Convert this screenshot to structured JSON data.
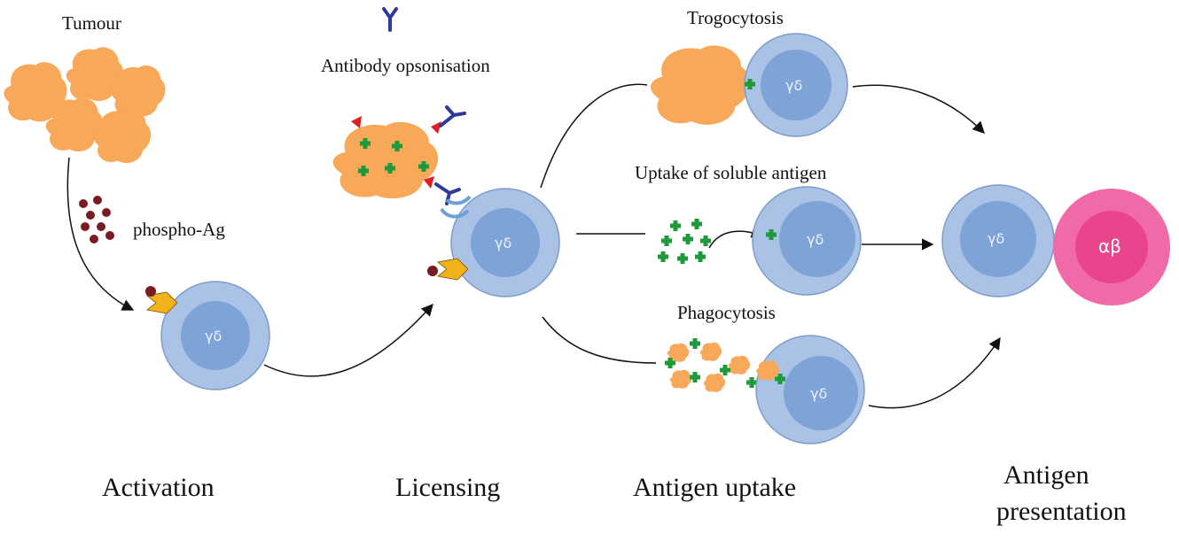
{
  "labels": {
    "tumour": "Tumour",
    "phospho_ag": "phospho-Ag",
    "antibody_opsonisation": "Antibody opsonisation",
    "trogocytosis": "Trogocytosis",
    "uptake_soluble_antigen": "Uptake of soluble antigen",
    "phagocytosis": "Phagocytosis"
  },
  "stages": {
    "activation": "Activation",
    "licensing": "Licensing",
    "antigen_uptake": "Antigen uptake",
    "antigen_presentation_line1": "Antigen",
    "antigen_presentation_line2": "presentation"
  },
  "cells": {
    "gamma_delta": "γδ",
    "alpha_beta": "αβ"
  },
  "colors": {
    "tumour_orange": "#f7a858",
    "cell_outer": "#a9c2e6",
    "cell_inner": "#7ea3d6",
    "ab_outer": "#f06aa8",
    "ab_inner": "#e8458c",
    "antigen_green": "#1f9a3a",
    "phospho_ag_red": "#7a1a22",
    "receptor_yellow": "#f2b21b",
    "antibody_blue": "#2e3a9a",
    "antigen_red": "#e02020"
  }
}
